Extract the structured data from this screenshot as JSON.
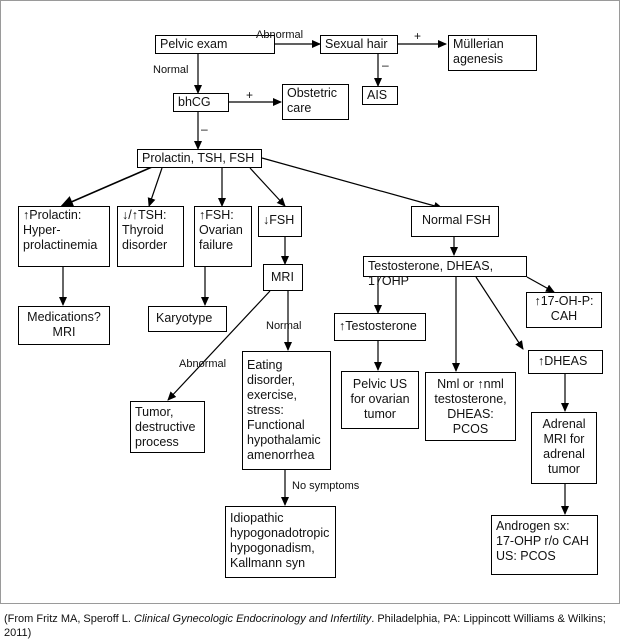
{
  "nodes": {
    "pelvic_exam": "Pelvic exam",
    "sexual_hair": "Sexual hair",
    "mullerian_agenesis": "Müllerian\nagenesis",
    "ais": "AIS",
    "bhcg": "bhCG",
    "obstetric_care": "Obstetric\ncare",
    "prolactin_tsh_fsh": "Prolactin, TSH, FSH",
    "high_prolactin": "↑Prolactin:\nHyper-\nprolactinemia",
    "tsh_abnormal": "↓/↑TSH:\nThyroid\ndisorder",
    "high_fsh": "↑FSH:\nOvarian\nfailure",
    "low_fsh": "↓FSH",
    "normal_fsh": "Normal FSH",
    "medications_mri": "Medications?\nMRI",
    "karyotype": "Karyotype",
    "mri": "MRI",
    "testosterone_dheas_17ohp": "Testosterone, DHEAS, 17OHP",
    "high_17ohp": "↑17-OH-P:\nCAH",
    "high_testosterone": "↑Testosterone",
    "pelvic_us": "Pelvic US\nfor ovarian\ntumor",
    "nml_testosterone": "Nml or ↑nml\ntestosterone,\nDHEAS:\nPCOS",
    "high_dheas": "↑DHEAS",
    "adrenal_mri": "Adrenal\nMRI for\nadrenal\ntumor",
    "tumor": "Tumor,\ndestructive\nprocess",
    "eating_disorder": "Eating\ndisorder,\nexercise,\nstress:\nFunctional\nhypothalamic\namenorrhea",
    "idiopathic": "Idiopathic\nhypogonadotropic\nhypogonadism,\nKallmann syn",
    "androgen_sx": "Androgen sx:\n17-OHP r/o CAH\nUS: PCOS"
  },
  "edge_labels": {
    "abnormal_top": "Abnormal",
    "normal_left": "Normal",
    "plus_mullerian": "+",
    "minus_ais": "–",
    "plus_obstetric": "+",
    "minus_bhcg": "–",
    "normal_mri": "Normal",
    "abnormal_mri": "Abnormal",
    "no_symptoms": "No symptoms"
  },
  "caption": {
    "prefix": "(From Fritz MA, Speroff L. ",
    "title": "Clinical Gynecologic Endocrinology and Infertility",
    "suffix": ". Philadelphia, PA: Lippincott Williams & Wilkins; 2011)"
  }
}
